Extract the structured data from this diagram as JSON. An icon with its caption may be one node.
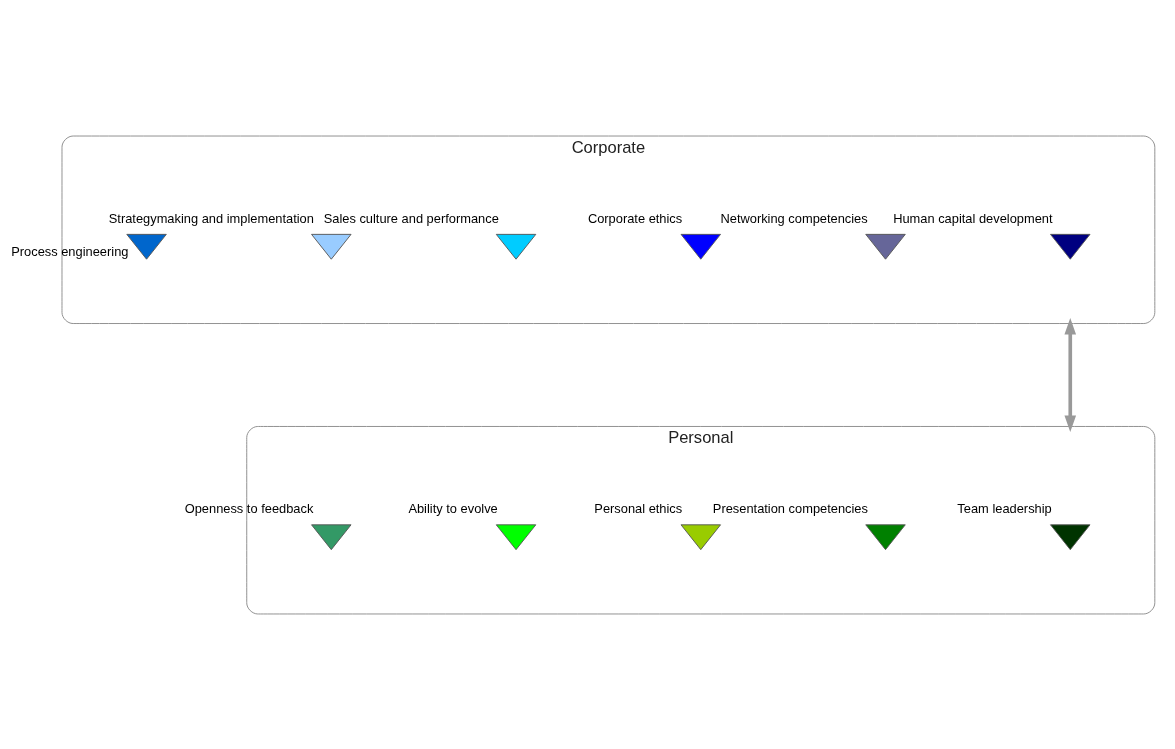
{
  "diagram": {
    "nodes": [
      {
        "text": [
          "Corporate"
        ]
      },
      {
        "text": [],
        "shape": "slice",
        "in": 0,
        "beside": [
          "Human capital development"
        ]
      },
      {
        "text": [],
        "shape": "slice",
        "in": 0,
        "beside": [
          "Networking competencies"
        ]
      },
      {
        "text": [],
        "shape": "slice",
        "in": 0,
        "beside": [
          "Corporate ethics"
        ]
      },
      {
        "text": [],
        "shape": "slice",
        "in": 0,
        "beside": [
          "Sales culture and performance"
        ]
      },
      {
        "text": [],
        "shape": "slice",
        "in": 0,
        "beside": [
          "Strategymaking and implementation"
        ]
      },
      {
        "text": [],
        "shape": "slice",
        "in": 0,
        "beside": [
          "Process engineering"
        ]
      },
      {
        "text": [
          "Personal"
        ]
      },
      {
        "text": [],
        "shape": "slice",
        "in": 7,
        "beside": [
          "Team leadership"
        ]
      },
      {
        "text": [],
        "shape": "slice",
        "in": 7,
        "beside": [
          "Presentation competencies"
        ]
      },
      {
        "text": [],
        "shape": "slice",
        "in": 7,
        "beside": [
          "Personal ethics"
        ]
      },
      {
        "text": [],
        "shape": "slice",
        "in": 7,
        "beside": [
          "Ability to evolve"
        ]
      },
      {
        "text": [],
        "shape": "slice",
        "in": 7,
        "beside": [
          "Openness to feedback"
        ]
      }
    ],
    "edges": [
      {
        "from": 0,
        "to": 7,
        "arrow": "both",
        "color": "#999999"
      }
    ]
  }
}
